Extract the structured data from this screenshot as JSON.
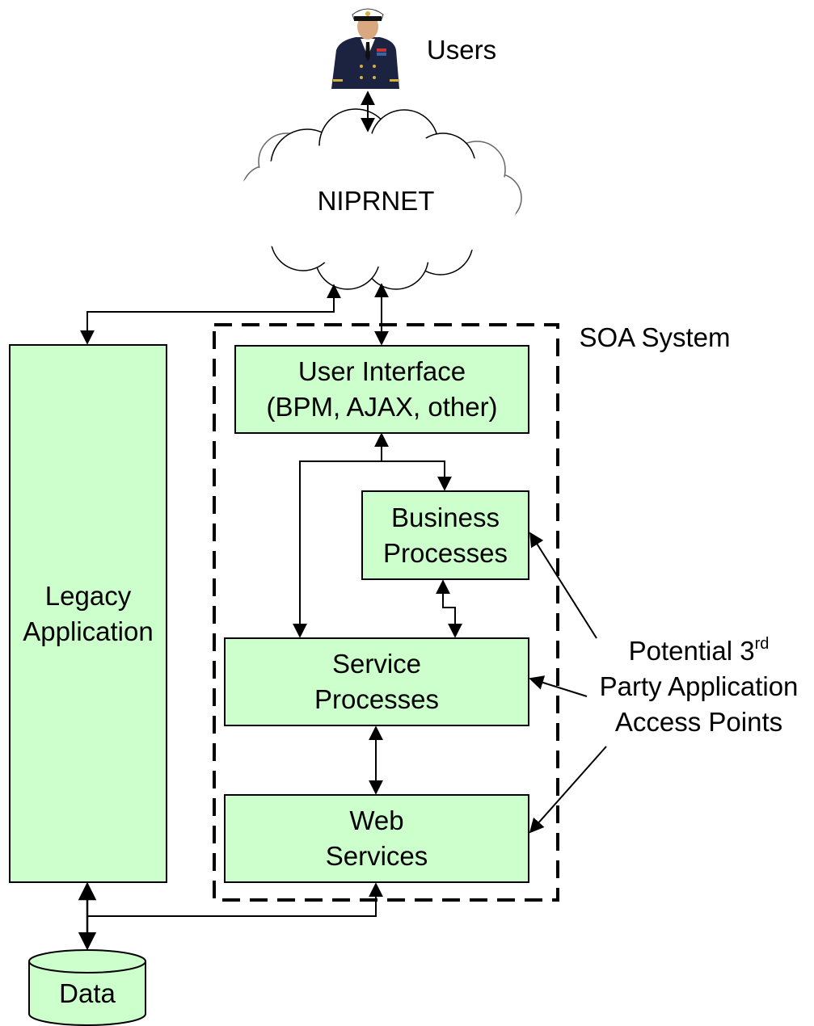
{
  "users_label": "Users",
  "cloud_label": "NIPRNET",
  "soa_label": "SOA System",
  "boxes": {
    "user_interface": [
      "User Interface",
      "(BPM, AJAX, other)"
    ],
    "business_processes": [
      "Business",
      "Processes"
    ],
    "service_processes": [
      "Service",
      "Processes"
    ],
    "web_services": [
      "Web",
      "Services"
    ],
    "legacy_application": [
      "Legacy",
      "Application"
    ]
  },
  "data_label": "Data",
  "third_party": {
    "line1_prefix": "Potential 3",
    "line1_sup": "rd",
    "line2": "Party Application",
    "line3": "Access Points"
  },
  "colors": {
    "box_fill": "#ccffcc",
    "stroke": "#000000",
    "cloud_fill": "#ffffff"
  },
  "icons": {
    "users": "naval-officer-person-icon",
    "data": "database-cylinder-icon"
  }
}
